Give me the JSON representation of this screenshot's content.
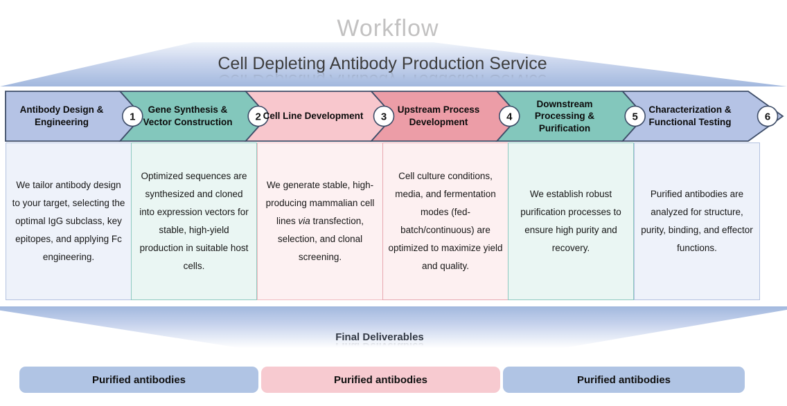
{
  "title": "Workflow",
  "subtitle": "Cell Depleting Antibody Production Service",
  "steps": [
    {
      "number": "1",
      "title": "Antibody Design & Engineering",
      "desc": "We tailor antibody design to your target, selecting the optimal IgG subclass, key epitopes, and applying Fc engineering."
    },
    {
      "number": "2",
      "title": "Gene Synthesis & Vector Construction",
      "desc": "Optimized sequences are synthesized and cloned into expression vectors for stable, high-yield production in suitable host cells."
    },
    {
      "number": "3",
      "title": "Cell Line Development",
      "desc_pre": "We generate stable, high-producing mammalian cell lines ",
      "desc_italic": "via",
      "desc_post": " transfection, selection, and clonal screening."
    },
    {
      "number": "4",
      "title": "Upstream Process Development",
      "desc": "Cell culture conditions, media, and fermentation modes (fed-batch/continuous) are optimized to maximize yield and quality."
    },
    {
      "number": "5",
      "title": "Downstream Processing & Purification",
      "desc": "We establish robust purification processes to ensure high purity and recovery."
    },
    {
      "number": "6",
      "title": "Characterization & Functional Testing",
      "desc": "Purified antibodies are analyzed for structure, purity, binding, and effector functions."
    }
  ],
  "final_deliverables_label": "Final Deliverables",
  "deliverables": [
    {
      "label": "Purified antibodies",
      "color": "#b0c4e4"
    },
    {
      "label": "Purified antibodies",
      "color": "#f7cad0"
    },
    {
      "label": "Purified antibodies",
      "color": "#b0c4e4"
    }
  ],
  "palette": {
    "step_blue": "#b5c3e5",
    "step_teal": "#83c7bc",
    "step_pink": "#f8c7cd",
    "step_rose": "#ec9da7",
    "outline": "#3e4d68",
    "box_blue_bg": "#eef2fa",
    "box_teal_bg": "#eaf6f3",
    "box_pink_bg": "#fdf1f2",
    "banner_blue": "#a2b8de",
    "title_gray": "#c2c1c1"
  }
}
